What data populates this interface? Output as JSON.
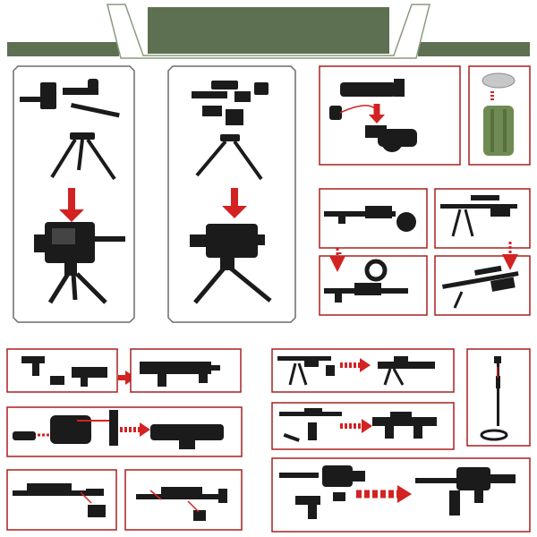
{
  "header": {
    "title_text": "",
    "band_color": "#5e7052",
    "band_color_light": "#6f8262"
  },
  "colors": {
    "border_red": "#a8201e",
    "border_gray": "#6b6b6b",
    "arrow_red": "#d32222",
    "part_black": "#1b1b1b",
    "part_dark": "#2e2e2e",
    "bottle_green": "#6f8a52",
    "lid_gray": "#c8c8c8"
  },
  "panels": [
    {
      "id": "tripod-heavy-mg",
      "icon": "tripod-machine-gun"
    },
    {
      "id": "tripod-grenade-launcher",
      "icon": "tripod-grenade-launcher"
    },
    {
      "id": "revolver-grenade-launcher",
      "icon": "revolver-grenade-launcher"
    },
    {
      "id": "canister",
      "icon": "canister"
    },
    {
      "id": "drum-rifle",
      "icon": "drum-rifle"
    },
    {
      "id": "bipod-sniper",
      "icon": "bipod-sniper"
    },
    {
      "id": "smg-assembly",
      "icon": "smg"
    },
    {
      "id": "compact-launcher",
      "icon": "compact-launcher"
    },
    {
      "id": "light-mg",
      "icon": "light-machine-gun"
    },
    {
      "id": "bullpup-rifle",
      "icon": "bullpup-rifle"
    },
    {
      "id": "carbine-bipod",
      "icon": "carbine"
    },
    {
      "id": "assault-rifle-scope",
      "icon": "assault-rifle"
    },
    {
      "id": "metal-detector",
      "icon": "metal-detector"
    },
    {
      "id": "heavy-gatling",
      "icon": "heavy-gatling"
    }
  ]
}
